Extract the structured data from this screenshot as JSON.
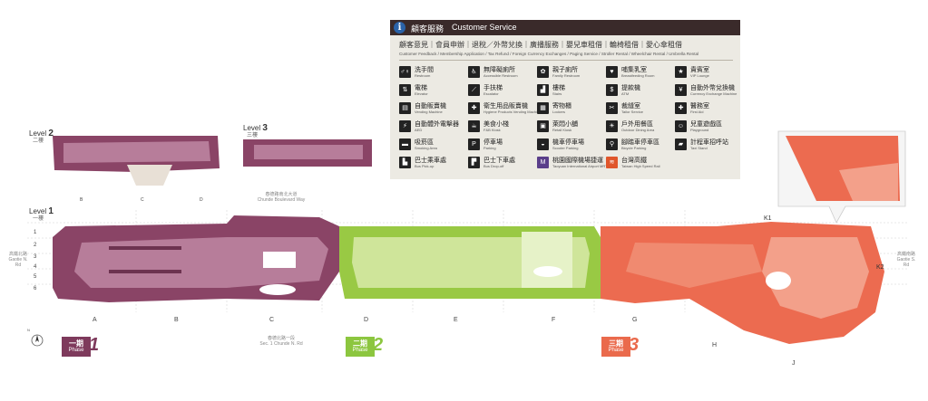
{
  "service_panel": {
    "title_zh": "顧客服務",
    "title_en": "Customer Service",
    "services_zh": "顧客意見｜會員申辦｜退稅／外幣兌換｜廣播服務｜嬰兒車租借｜輪椅租借｜愛心傘租借",
    "services_en": "Customer Feedback / Membership Application / Tax Refund / Foreign Currency Exchanges / Paging Service / Stroller Rental / Wheelchair Rental / Umbrella Rental",
    "legend": [
      {
        "zh": "洗手間",
        "en": "Restroom",
        "icon": "restroom-icon"
      },
      {
        "zh": "無障礙廁所",
        "en": "Accessible Restroom",
        "icon": "accessible-restroom-icon"
      },
      {
        "zh": "親子廁所",
        "en": "Family Restroom",
        "icon": "family-restroom-icon"
      },
      {
        "zh": "哺集乳室",
        "en": "Breastfeeding Room",
        "icon": "breastfeeding-icon"
      },
      {
        "zh": "貴賓室",
        "en": "VIP Lounge",
        "icon": "vip-lounge-icon"
      },
      {
        "zh": "電梯",
        "en": "Elevator",
        "icon": "elevator-icon"
      },
      {
        "zh": "手扶梯",
        "en": "Escalator",
        "icon": "escalator-icon"
      },
      {
        "zh": "樓梯",
        "en": "Stairs",
        "icon": "stairs-icon"
      },
      {
        "zh": "提款機",
        "en": "ATM",
        "icon": "atm-icon"
      },
      {
        "zh": "自動外幣兌換機",
        "en": "Currency Exchange Machine",
        "icon": "currency-exchange-icon"
      },
      {
        "zh": "自動販賣機",
        "en": "Vending Machine",
        "icon": "vending-machine-icon"
      },
      {
        "zh": "衛生用品販賣機",
        "en": "Hygiene Products Vending Machine",
        "icon": "hygiene-vending-icon"
      },
      {
        "zh": "寄物櫃",
        "en": "Lockers",
        "icon": "lockers-icon"
      },
      {
        "zh": "裁縫室",
        "en": "Tailor Service",
        "icon": "tailor-icon"
      },
      {
        "zh": "醫務室",
        "en": "First Aid",
        "icon": "first-aid-icon"
      },
      {
        "zh": "自動體外電擊器",
        "en": "AED",
        "icon": "aed-icon"
      },
      {
        "zh": "美食小棧",
        "en": "F&B Kiosk",
        "icon": "fb-kiosk-icon"
      },
      {
        "zh": "萊悶小舖",
        "en": "Retail Kiosk",
        "icon": "retail-kiosk-icon"
      },
      {
        "zh": "戶外用餐區",
        "en": "Outdoor Dining Area",
        "icon": "outdoor-dining-icon"
      },
      {
        "zh": "兒童遊戲區",
        "en": "Playground",
        "icon": "playground-icon"
      },
      {
        "zh": "吸菸區",
        "en": "Smoking Area",
        "icon": "smoking-icon"
      },
      {
        "zh": "停車場",
        "en": "Parking",
        "icon": "parking-icon"
      },
      {
        "zh": "機車停車場",
        "en": "Scooter Parking",
        "icon": "scooter-parking-icon"
      },
      {
        "zh": "腳踏車停車區",
        "en": "Bicycle Parking",
        "icon": "bicycle-parking-icon"
      },
      {
        "zh": "計程車招呼站",
        "en": "Taxi Stand",
        "icon": "taxi-icon"
      },
      {
        "zh": "巴士乘車處",
        "en": "Bus Pick-up",
        "icon": "bus-pickup-icon"
      },
      {
        "zh": "巴士下車處",
        "en": "Bus Drop-off",
        "icon": "bus-dropoff-icon"
      },
      {
        "zh": "桃園國際機場捷運",
        "en": "Taoyuan International Airport MRT",
        "icon": "mrt-icon"
      },
      {
        "zh": "台灣高鐵",
        "en": "Taiwan High Speed Rail",
        "icon": "hsr-icon"
      }
    ]
  },
  "levels": {
    "l2": {
      "label": "Level",
      "num": "2",
      "zh": "二樓"
    },
    "l3": {
      "label": "Level",
      "num": "3",
      "zh": "三樓"
    },
    "l1": {
      "label": "Level",
      "num": "1",
      "zh": "一樓"
    }
  },
  "grid_letters": [
    "A",
    "B",
    "C",
    "D",
    "E",
    "F",
    "G",
    "H",
    "J"
  ],
  "mini_grid_letters": [
    "B",
    "C",
    "D"
  ],
  "row_numbers": [
    "1",
    "2",
    "3",
    "4",
    "5",
    "6"
  ],
  "zones": [
    "K1",
    "K2"
  ],
  "streets": {
    "north": {
      "zh": "春德路南北大道",
      "en": "Chunde Boulevard Way"
    },
    "south": {
      "zh": "春德北路一段",
      "en": "Sec. 1 Chunde N. Rd"
    },
    "east": {
      "zh": "高鐵南路",
      "en": "Gaotie S. Rd"
    },
    "west": {
      "zh": "高鐵北路",
      "en": "Gaotie N. Rd"
    }
  },
  "phases": [
    {
      "zh": "一期",
      "en": "Phase",
      "num": "1",
      "color": "#7e3a5c"
    },
    {
      "zh": "二期",
      "en": "Phase",
      "num": "2",
      "color": "#8cc63f"
    },
    {
      "zh": "三期",
      "en": "Phase",
      "num": "3",
      "color": "#ea6a4c"
    }
  ],
  "colors": {
    "phase1": "#8a4466",
    "phase1_light": "#b77d9a",
    "phase2": "#99c944",
    "phase2_light": "#cfe59a",
    "phase3": "#ec6b50",
    "phase3_light": "#f3a08a",
    "panel_bg": "#eceae3",
    "panel_head": "#3a2a2a"
  },
  "compass": {
    "label": "N"
  }
}
